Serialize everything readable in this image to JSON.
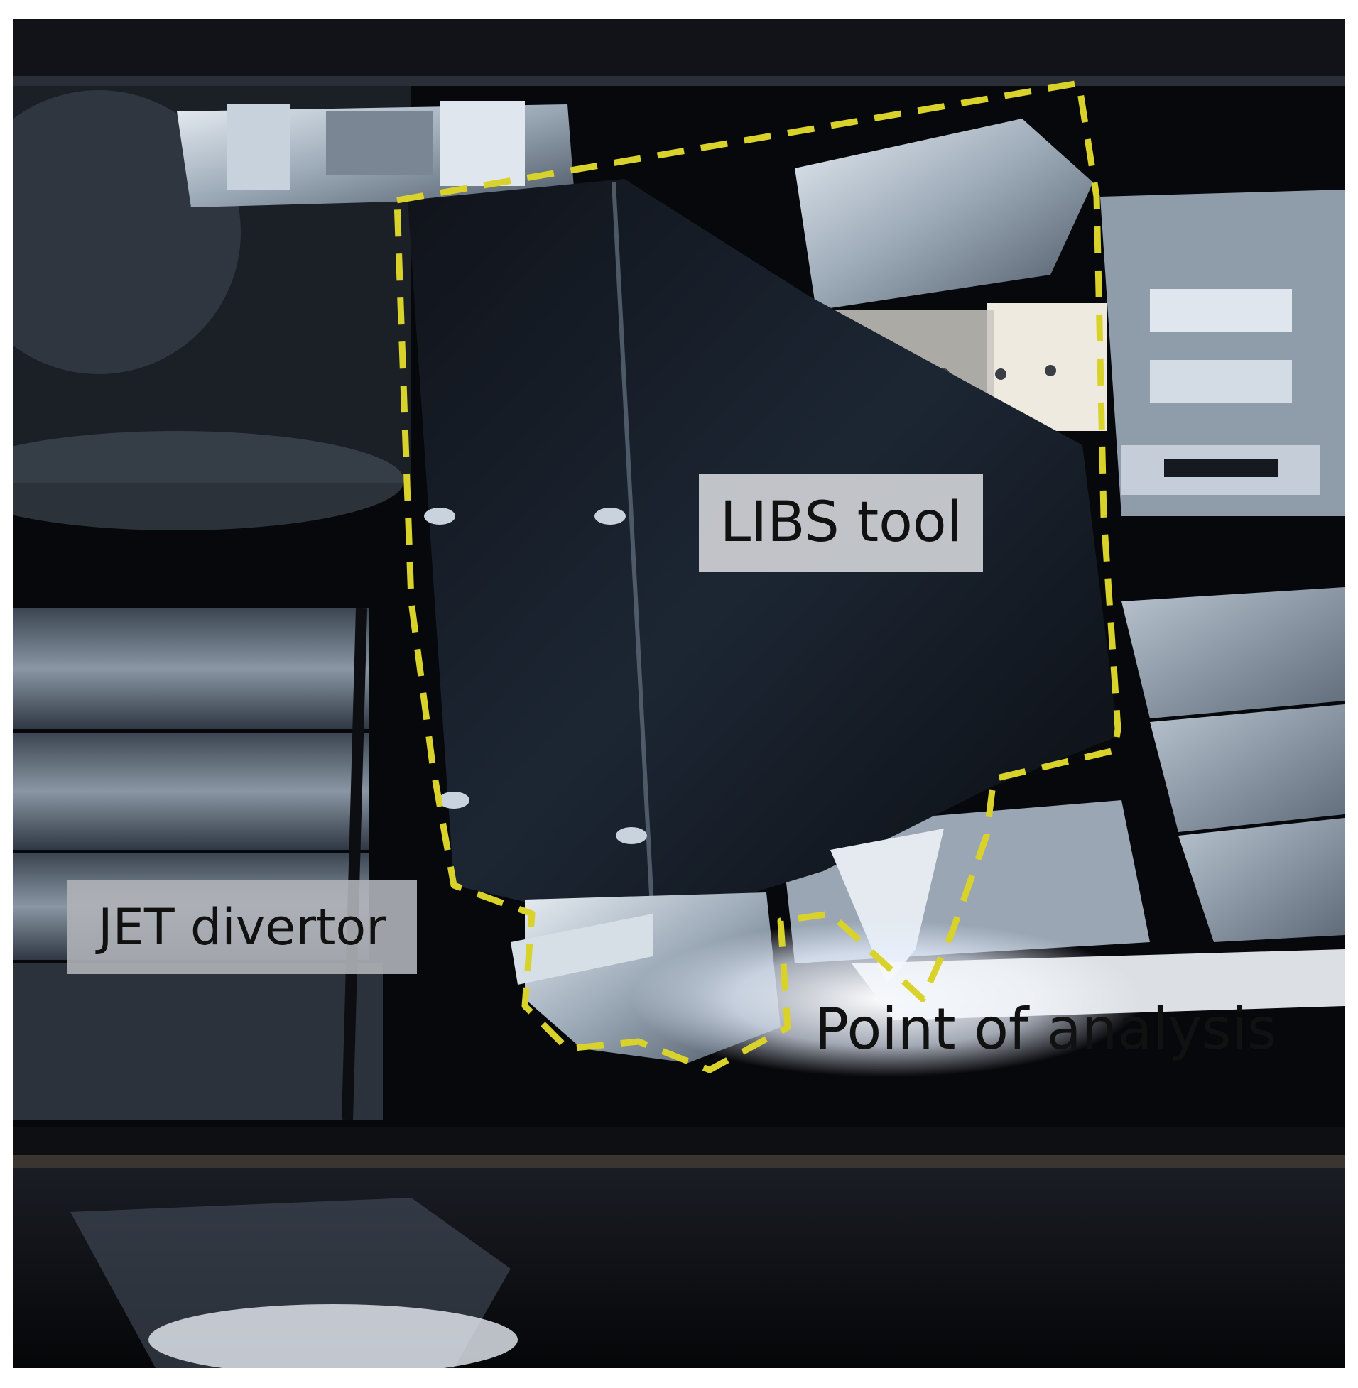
{
  "photo": {
    "subject": "LIBS tool positioned above the JET divertor tiles",
    "colors": {
      "frame": "#07080b",
      "outline": "#d9d22a",
      "label_bg": "#ced0d4",
      "label_text": "#111111"
    },
    "annotations": {
      "tool_label": "LIBS tool",
      "divertor_label": "JET divertor",
      "analysis_label": "Point of analysis"
    },
    "outline_style": "yellow-dashed"
  }
}
